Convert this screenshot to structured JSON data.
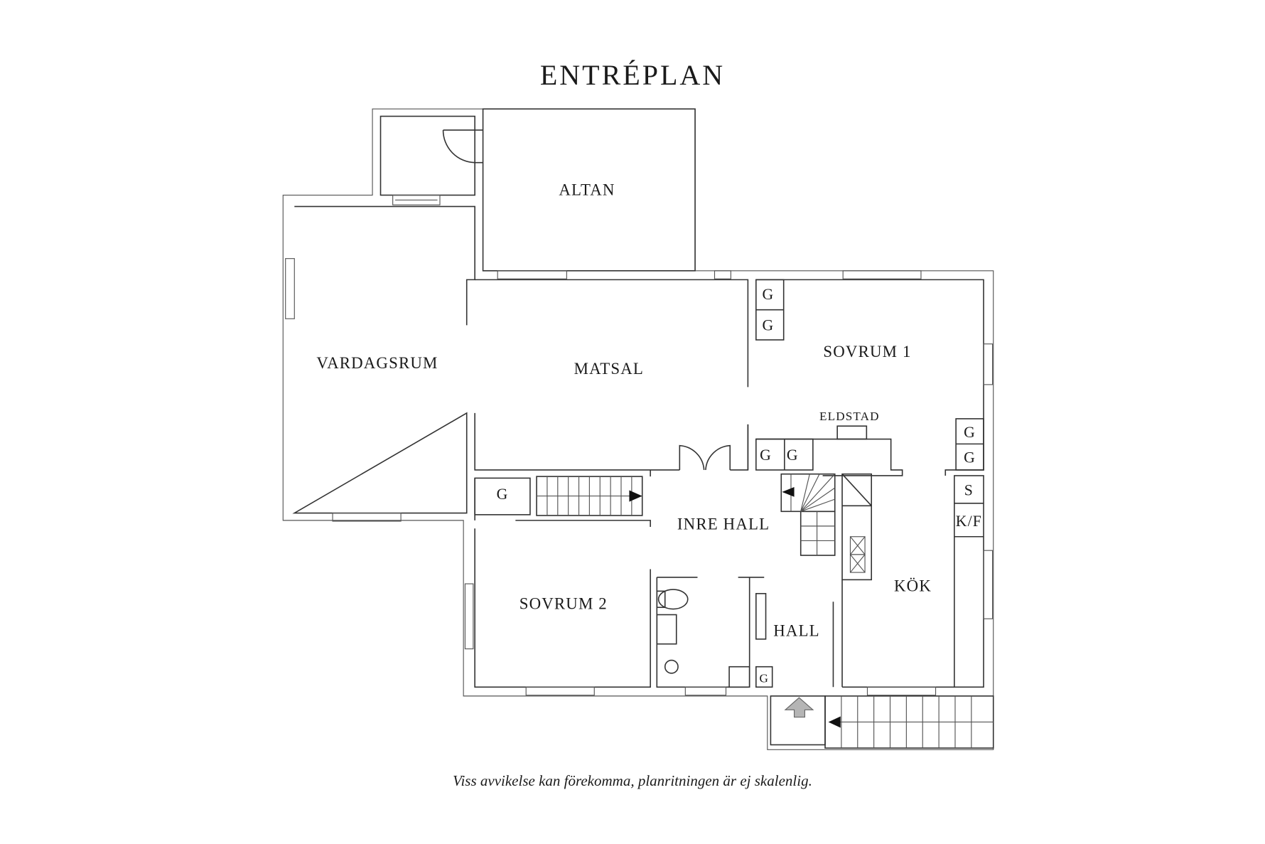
{
  "title": "ENTRÉPLAN",
  "disclaimer": "Viss avvikelse kan förekomma, planritningen är ej skalenlig.",
  "rooms": {
    "altan": "ALTAN",
    "vardagsrum": "VARDAGSRUM",
    "matsal": "MATSAL",
    "sovrum1": "SOVRUM 1",
    "sovrum2": "SOVRUM 2",
    "inre_hall": "INRE HALL",
    "hall": "HALL",
    "kok": "KÖK",
    "eldstad": "ELDSTAD"
  },
  "closet_labels": {
    "wardrobe": "G",
    "stove": "S",
    "fridge_freezer": "K/F"
  },
  "colors": {
    "wall": "#333333",
    "background": "#ffffff",
    "entry_arrow": "#b5b5b5"
  }
}
